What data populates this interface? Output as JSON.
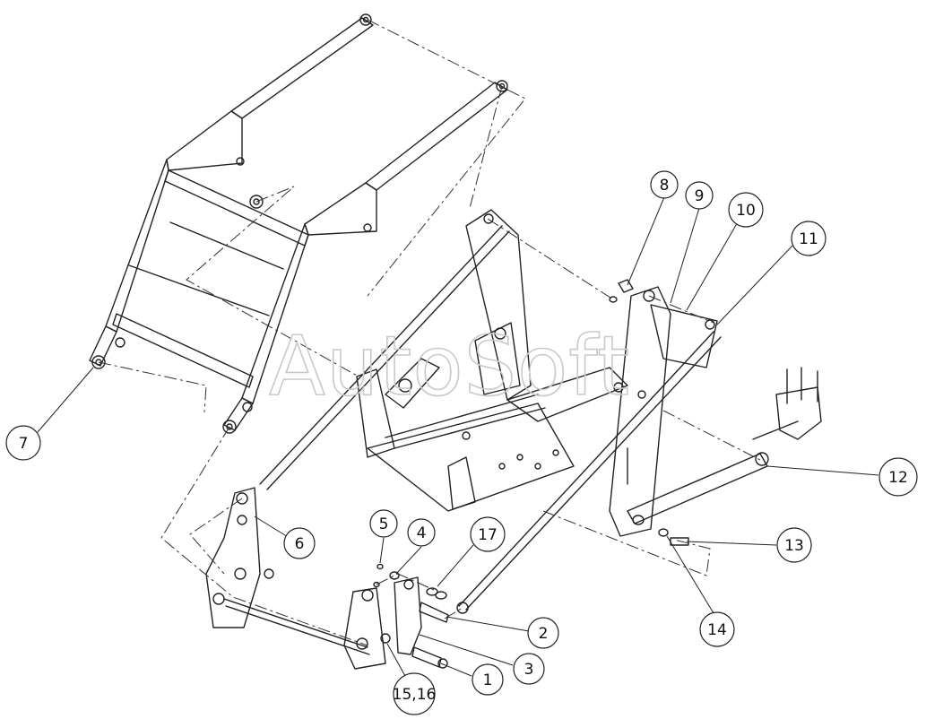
{
  "watermark": "AutoSoft",
  "callouts": [
    {
      "label": "1"
    },
    {
      "label": "2"
    },
    {
      "label": "3"
    },
    {
      "label": "4"
    },
    {
      "label": "5"
    },
    {
      "label": "6"
    },
    {
      "label": "7"
    },
    {
      "label": "8"
    },
    {
      "label": "9"
    },
    {
      "label": "10"
    },
    {
      "label": "11"
    },
    {
      "label": "12"
    },
    {
      "label": "13"
    },
    {
      "label": "14"
    },
    {
      "label": "15,16"
    },
    {
      "label": "17"
    }
  ]
}
